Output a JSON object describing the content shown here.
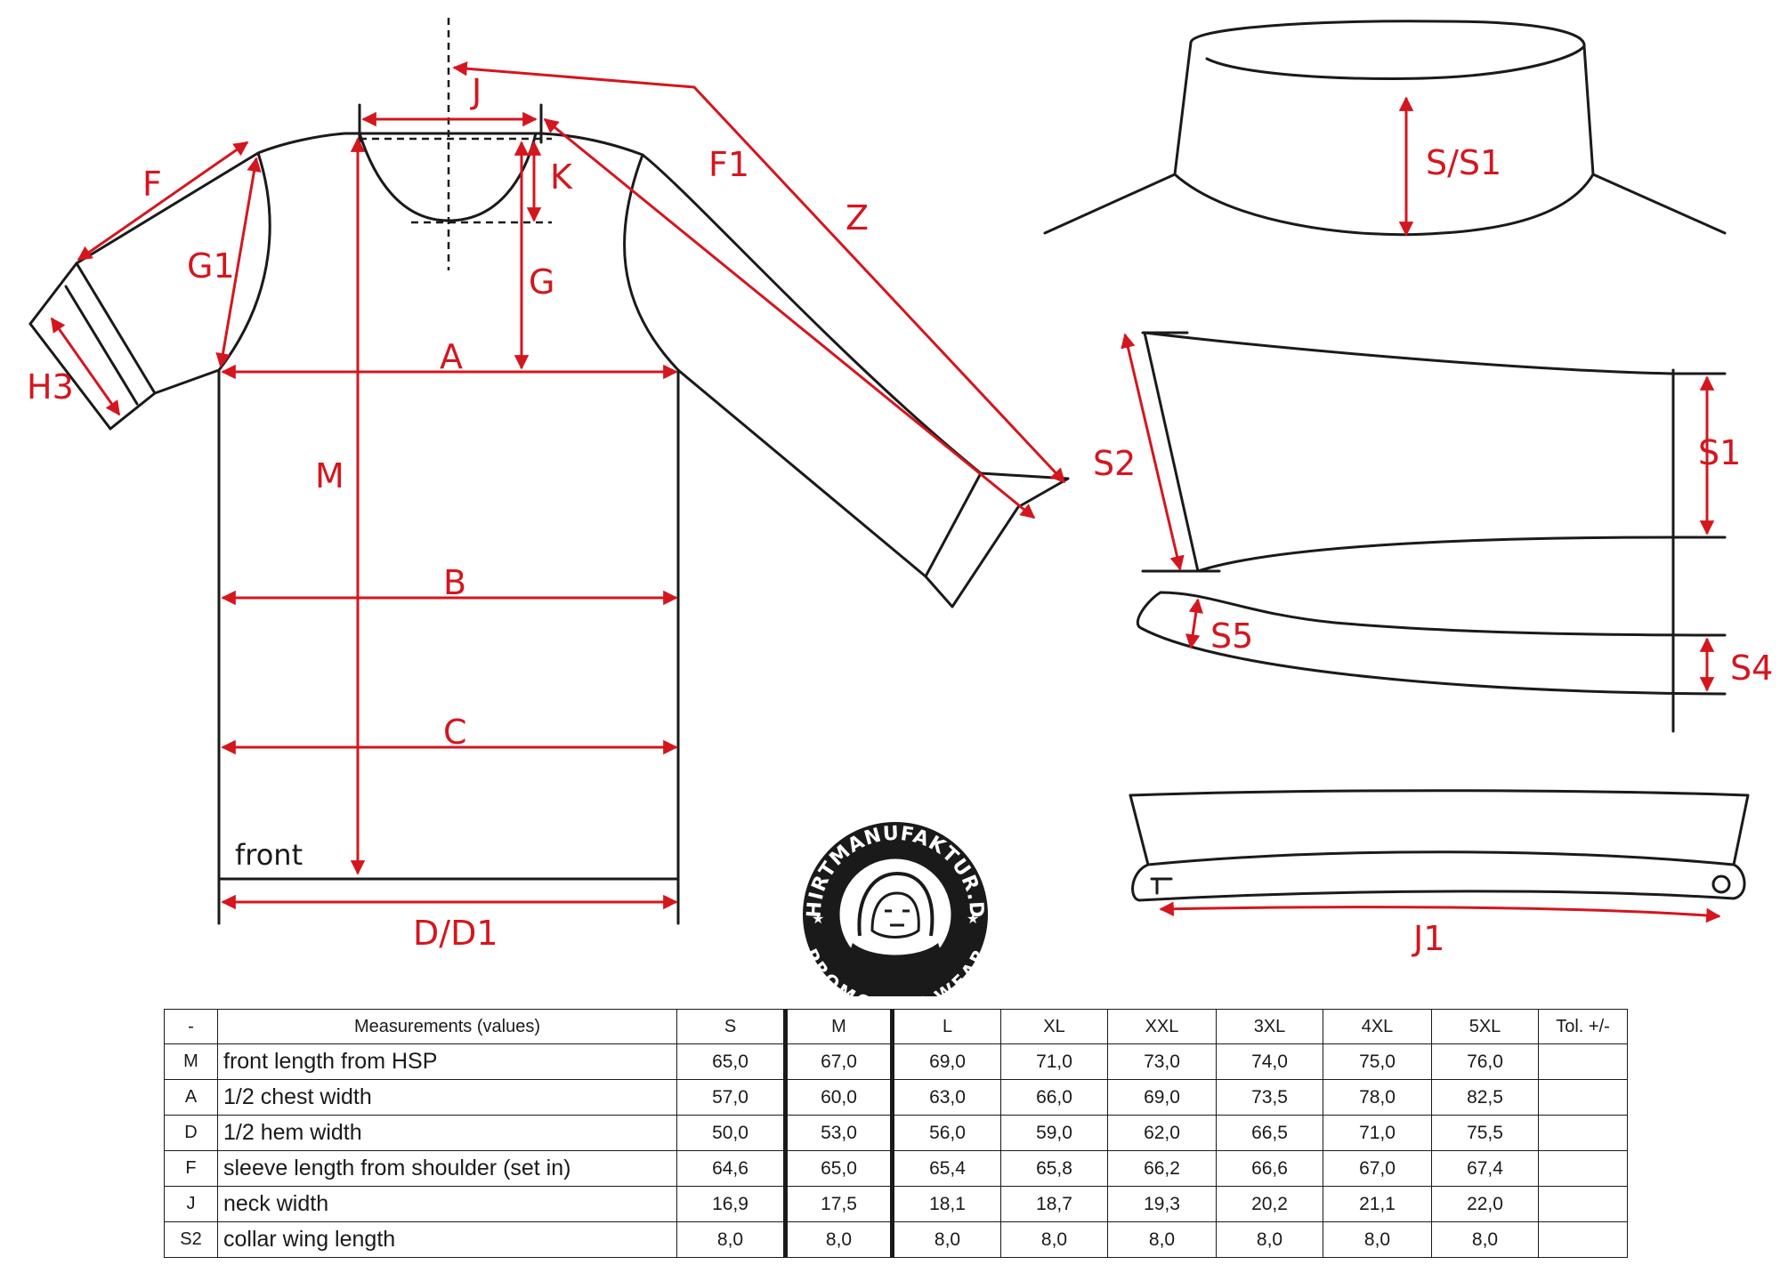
{
  "diagram": {
    "labels": {
      "J": "J",
      "K": "K",
      "F": "F",
      "F1": "F1",
      "Z": "Z",
      "G1": "G1",
      "G": "G",
      "H3": "H3",
      "A": "A",
      "M": "M",
      "B": "B",
      "C": "C",
      "front": "front",
      "D_D1": "D/D1",
      "S_S1": "S/S1",
      "S2": "S2",
      "S1": "S1",
      "S5": "S5",
      "S4": "S4",
      "J1": "J1"
    },
    "logo": {
      "top_text": "SHIRTMANUFAKTUR.DE",
      "bottom_text": "PROMOTION-WEAR"
    },
    "colors": {
      "accent": "#d4161e",
      "line": "#1a1a1a"
    }
  },
  "table": {
    "header": [
      "-",
      "Measurements (values)",
      "S",
      "M",
      "L",
      "XL",
      "XXL",
      "3XL",
      "4XL",
      "5XL",
      "Tol. +/-"
    ],
    "rows": [
      {
        "code": "M",
        "label": "front length from HSP",
        "values": [
          "65,0",
          "67,0",
          "69,0",
          "71,0",
          "73,0",
          "74,0",
          "75,0",
          "76,0"
        ],
        "tol": ""
      },
      {
        "code": "A",
        "label": "1/2 chest width",
        "values": [
          "57,0",
          "60,0",
          "63,0",
          "66,0",
          "69,0",
          "73,5",
          "78,0",
          "82,5"
        ],
        "tol": ""
      },
      {
        "code": "D",
        "label": "1/2 hem width",
        "values": [
          "50,0",
          "53,0",
          "56,0",
          "59,0",
          "62,0",
          "66,5",
          "71,0",
          "75,5"
        ],
        "tol": ""
      },
      {
        "code": "F",
        "label": "sleeve length from shoulder (set in)",
        "values": [
          "64,6",
          "65,0",
          "65,4",
          "65,8",
          "66,2",
          "66,6",
          "67,0",
          "67,4"
        ],
        "tol": ""
      },
      {
        "code": "J",
        "label": "neck width",
        "values": [
          "16,9",
          "17,5",
          "18,1",
          "18,7",
          "19,3",
          "20,2",
          "21,1",
          "22,0"
        ],
        "tol": ""
      },
      {
        "code": "S2",
        "label": "collar wing length",
        "values": [
          "8,0",
          "8,0",
          "8,0",
          "8,0",
          "8,0",
          "8,0",
          "8,0",
          "8,0"
        ],
        "tol": ""
      }
    ]
  }
}
